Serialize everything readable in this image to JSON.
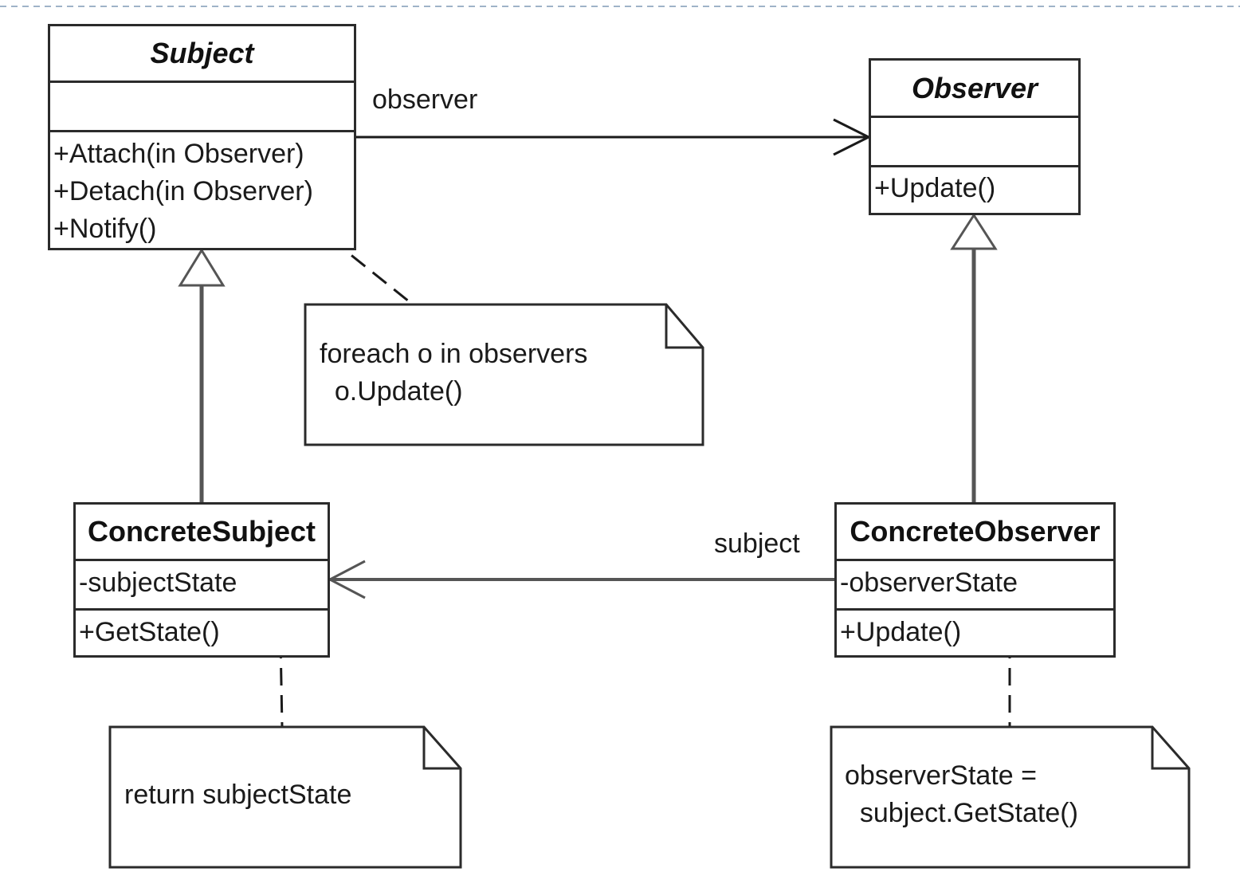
{
  "classes": {
    "subject": {
      "name": "Subject",
      "attributes": [],
      "operations": [
        "+Attach(in Observer)",
        "+Detach(in Observer)",
        "+Notify()"
      ]
    },
    "observer": {
      "name": "Observer",
      "attributes": [],
      "operations": [
        "+Update()"
      ]
    },
    "concrete_subject": {
      "name": "ConcreteSubject",
      "attributes": [
        "-subjectState"
      ],
      "operations": [
        "+GetState()"
      ]
    },
    "concrete_observer": {
      "name": "ConcreteObserver",
      "attributes": [
        "-observerState"
      ],
      "operations": [
        "+Update()"
      ]
    }
  },
  "notes": {
    "notify_note": "foreach o in observers\n  o.Update()",
    "getstate_note": "return subjectState",
    "update_note": "observerState =\n  subject.GetState()"
  },
  "associations": {
    "observer_label": "observer",
    "subject_label": "subject"
  },
  "colors": {
    "line": "#2b2b2b",
    "connector": "#555555",
    "border_dash": "#9fb3c8"
  }
}
